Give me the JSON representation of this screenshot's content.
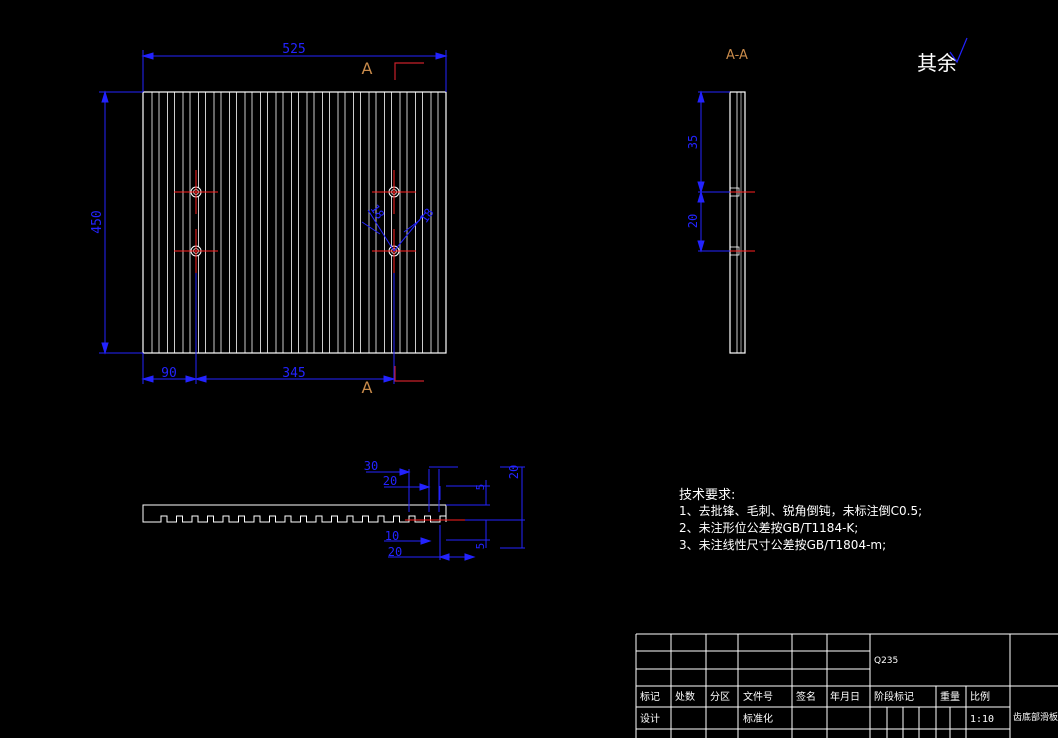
{
  "colors": {
    "background": "#000000",
    "outline": "#ffffff",
    "dimension": "#2323ff",
    "centerline": "#ff2020",
    "section_label": "#c88a4a",
    "text": "#ffffff"
  },
  "plan_view": {
    "dim_width": "525",
    "dim_height": "450",
    "dim_left_offset": "90",
    "dim_hole_spacing": "345",
    "dim_diag_a": "18",
    "dim_diag_b": "18",
    "section_mark_top": "A",
    "section_mark_bottom": "A"
  },
  "section_view": {
    "title": "A-A",
    "dim_upper": "35",
    "dim_lower": "20"
  },
  "profile_view": {
    "dim_30": "30",
    "dim_20_top": "20",
    "dim_20_right": "20",
    "dim_5_top": "5",
    "dim_5_bottom": "5",
    "dim_10": "10",
    "dim_20_bottom": "20"
  },
  "surface_finish": {
    "label": "其余"
  },
  "tech_requirements": {
    "heading": "技术要求:",
    "items": [
      "1、去批锋、毛刺、锐角倒钝，未标注倒C0.5;",
      "2、未注形位公差按GB/T1184-K;",
      "3、未注线性尺寸公差按GB/T1804-m;"
    ]
  },
  "title_block": {
    "material": "Q235",
    "headers": [
      "标记",
      "处数",
      "分区",
      "文件号",
      "签名",
      "年月日",
      "阶段标记",
      "重量",
      "比例"
    ],
    "row_design": "设计",
    "row_standardize": "标准化",
    "scale": "1:10",
    "part_name": "齿底部滑板"
  }
}
